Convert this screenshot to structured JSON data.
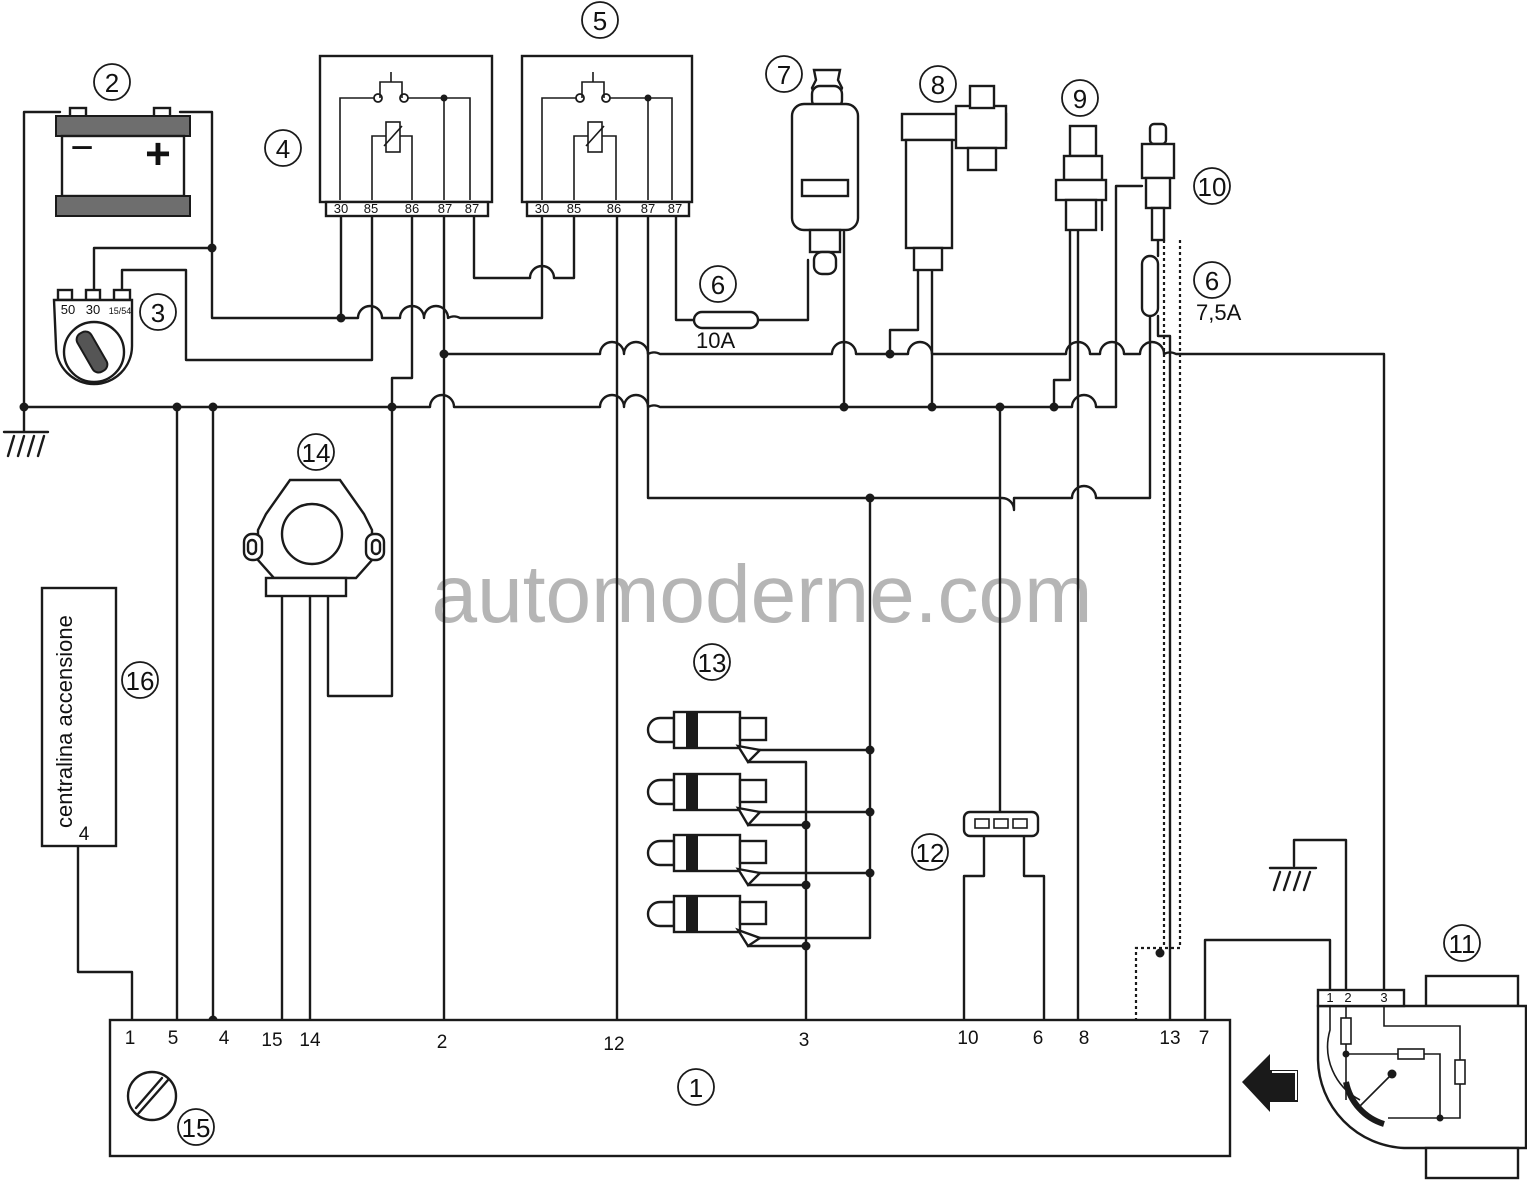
{
  "watermark": "automoderne.com",
  "callouts": {
    "ecu": "1",
    "battery": "2",
    "ignition_switch": "3",
    "relay_a": "4",
    "relay_b": "5",
    "fuse_a": "6",
    "fuse_b": "6",
    "canister_valve": "7",
    "idle_actuator": "8",
    "temp_sensor_a": "9",
    "temp_sensor_b": "10",
    "airflow_meter": "11",
    "connector": "12",
    "injectors": "13",
    "throttle_sensor": "14",
    "ecu_trimmer": "15",
    "ignition_module": "16"
  },
  "fuse_a_rating": "10A",
  "fuse_b_rating": "7,5A",
  "ignition_module_text": "centralina accensione",
  "ignition_module_pin": "4",
  "battery_terminals": {
    "minus": "−",
    "plus": "+"
  },
  "ignition_switch_terminals": [
    "50",
    "30",
    "15/54"
  ],
  "relay_a_terminals": [
    "30",
    "85",
    "86",
    "87",
    "87"
  ],
  "relay_b_terminals": [
    "30",
    "85",
    "86",
    "87",
    "87"
  ],
  "airflow_terminals": [
    "1",
    "2",
    "3"
  ],
  "ecu_pins": [
    "1",
    "5",
    "4",
    "15",
    "14",
    "2",
    "12",
    "3",
    "10",
    "6",
    "8",
    "13",
    "7"
  ]
}
